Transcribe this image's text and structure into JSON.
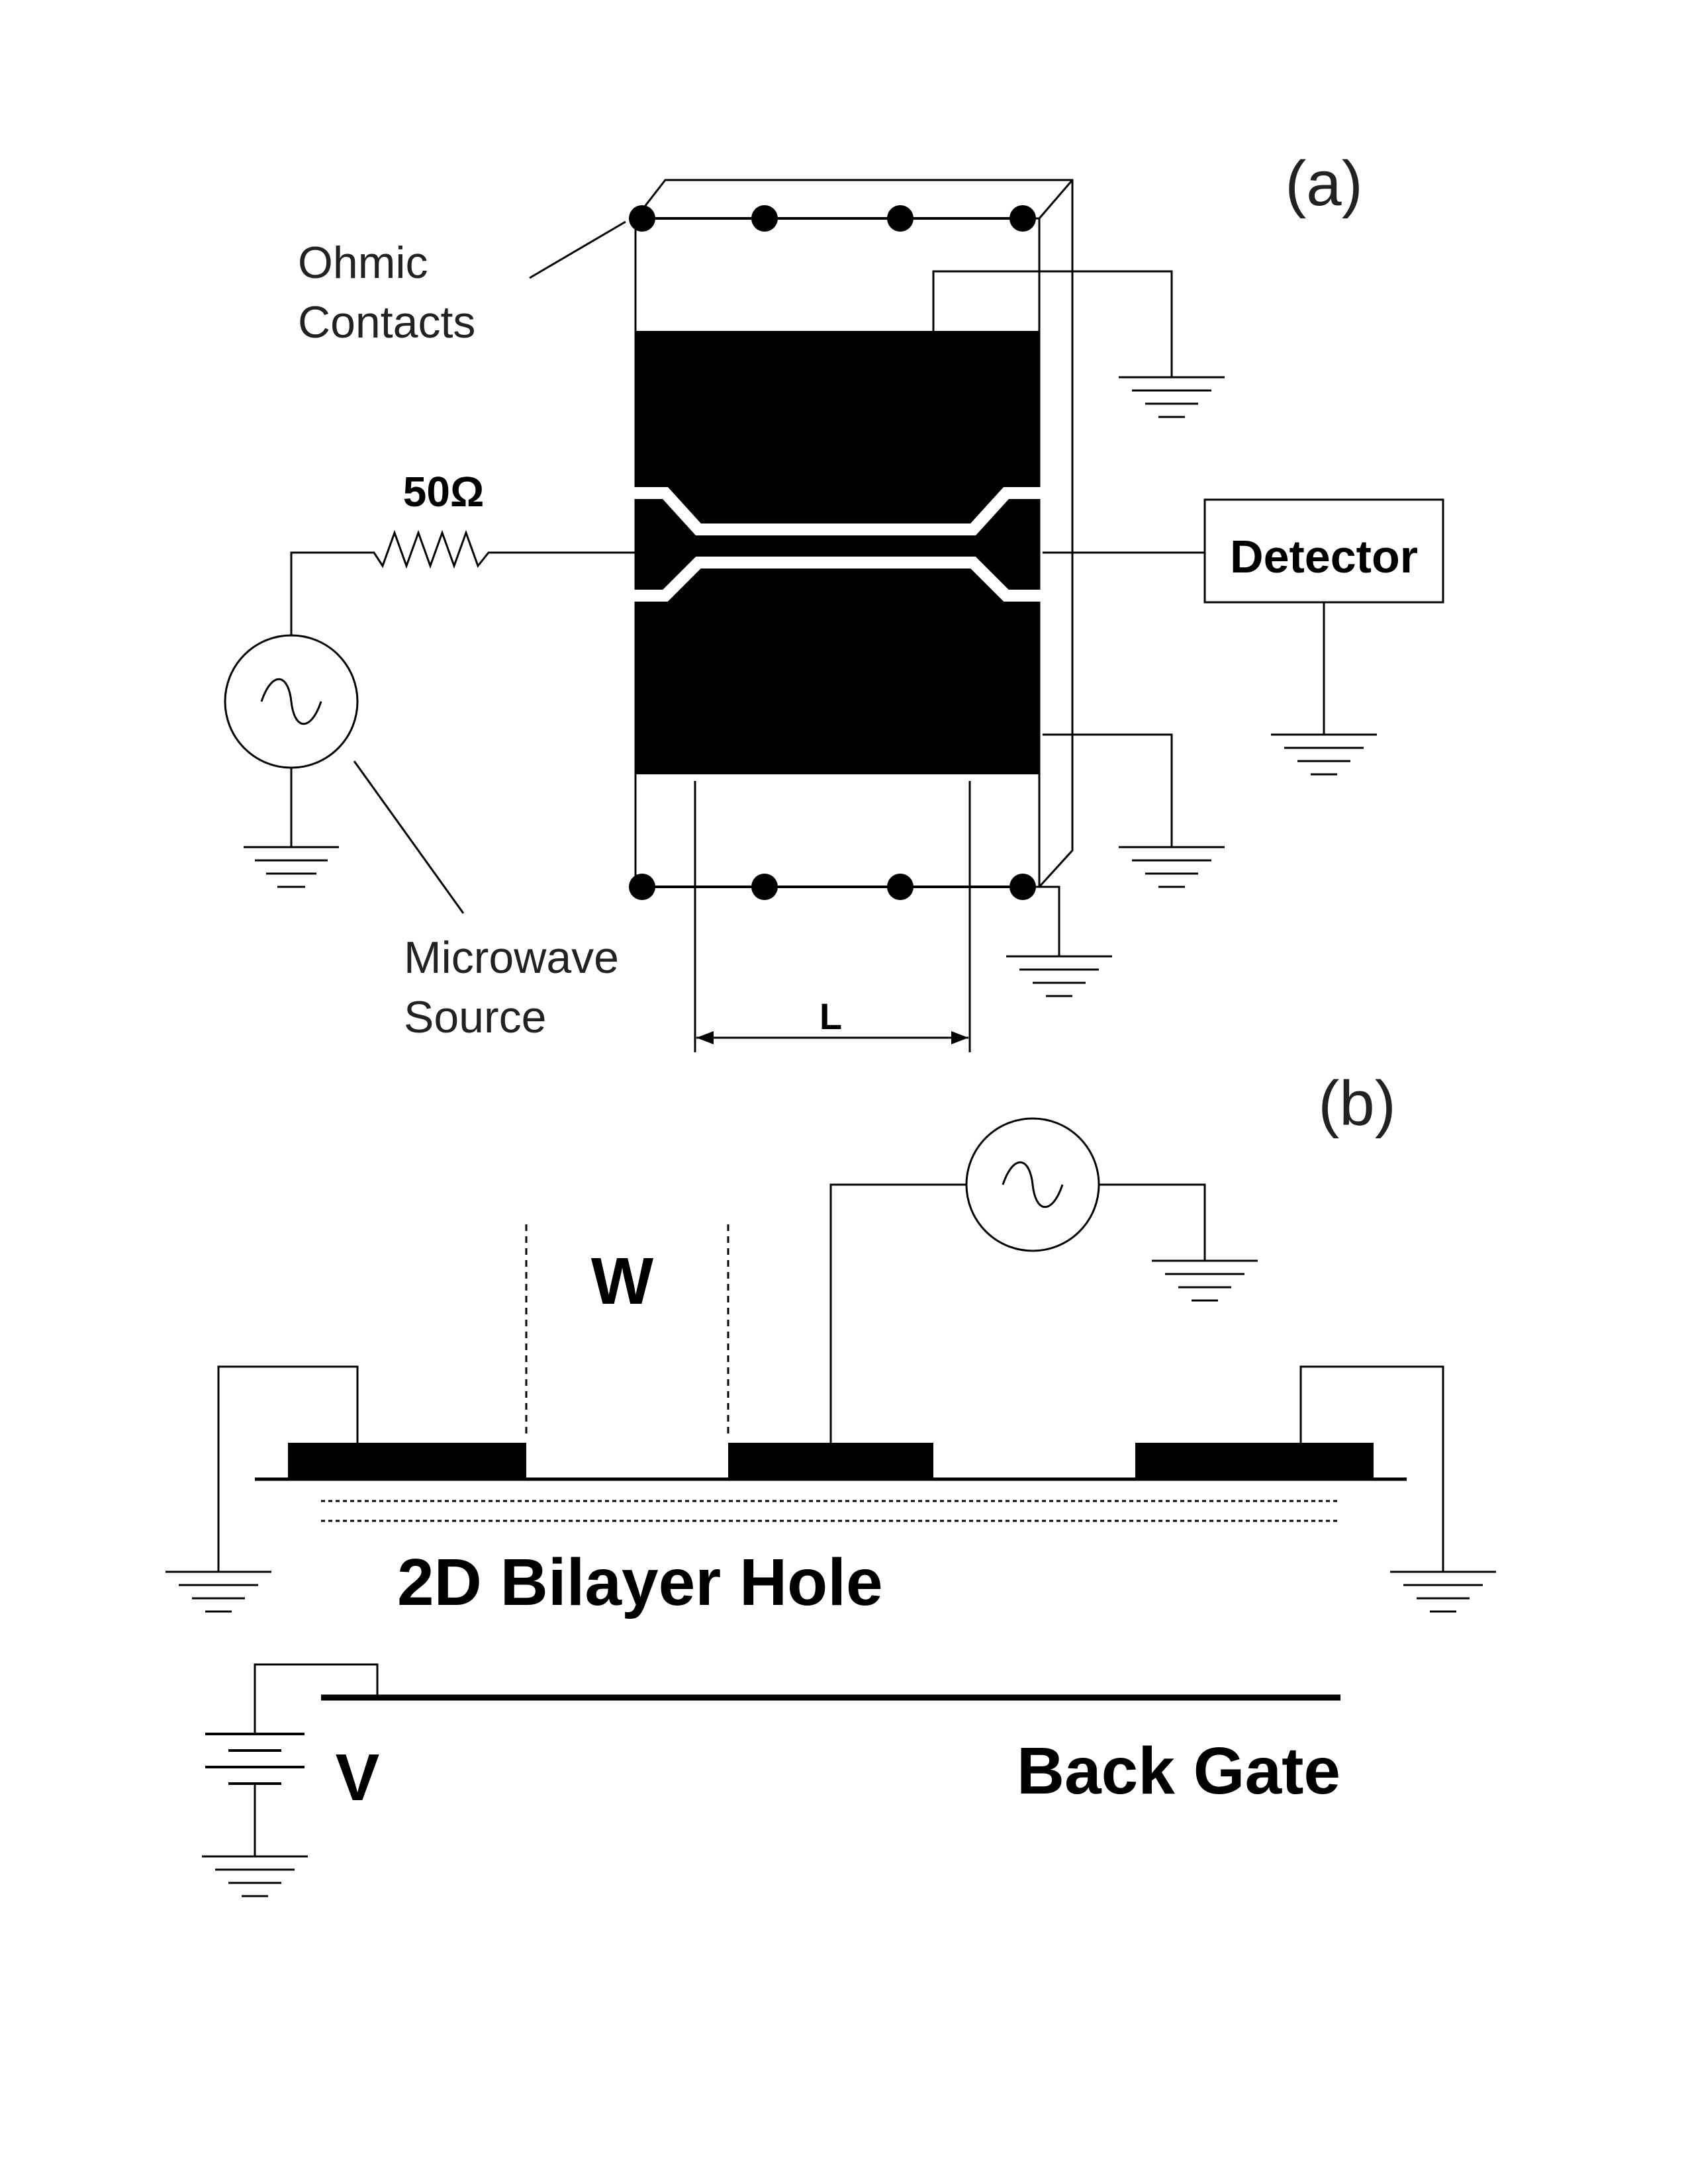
{
  "panel_a": {
    "label": "(a)",
    "ohmic_label_line1": "Ohmic",
    "ohmic_label_line2": "Contacts",
    "resistor_label": "50Ω",
    "detector_label": "Detector",
    "source_label_line1": "Microwave",
    "source_label_line2": "Source",
    "length_label": "L"
  },
  "panel_b": {
    "label": "(b)",
    "width_label": "W",
    "bilayer_label": "2D Bilayer Hole",
    "voltage_label": "V",
    "back_gate_label": "Back Gate"
  }
}
